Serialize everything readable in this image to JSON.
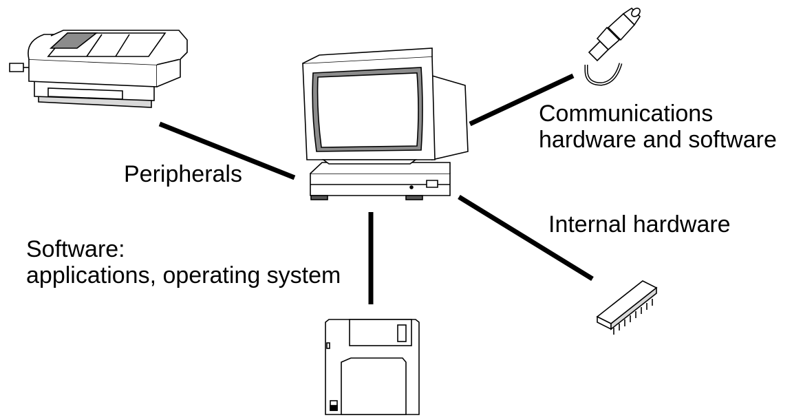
{
  "labels": {
    "peripherals": "Peripherals",
    "software_line1": "Software:",
    "software_line2": "applications, operating system",
    "comms_line1": "Communications",
    "comms_line2": "hardware and software",
    "internal": "Internal hardware"
  },
  "colors": {
    "stroke": "#000000",
    "fill": "#ffffff",
    "shade_light": "#d9d9d9",
    "shade_dark": "#8c8c8c"
  },
  "icons": [
    "printer-icon",
    "computer-icon",
    "cable-connector-icon",
    "floppy-disk-icon",
    "chip-icon"
  ]
}
